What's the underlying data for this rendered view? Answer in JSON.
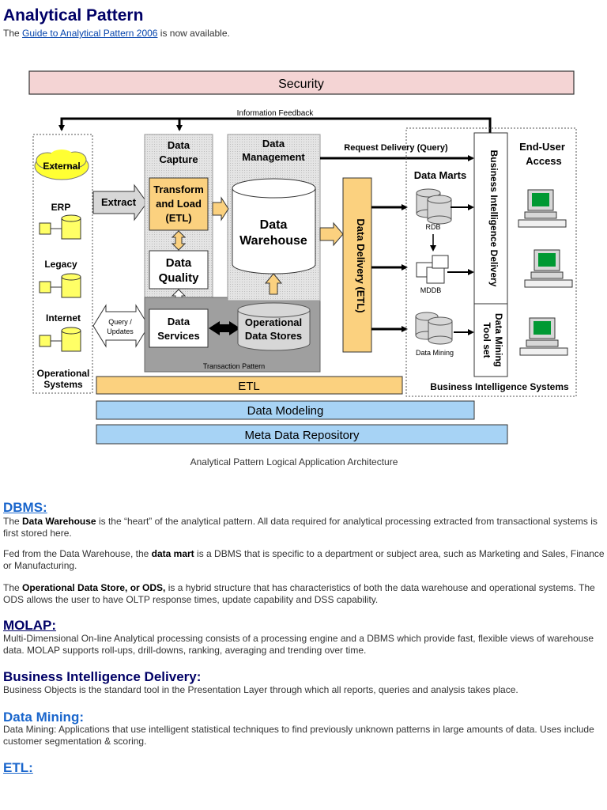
{
  "page": {
    "title": "Analytical Pattern",
    "intro": {
      "prefix": "The ",
      "link": "Guide to Analytical Pattern 2006",
      "suffix": " is now available."
    }
  },
  "diagram": {
    "caption": "Analytical Pattern Logical Application Architecture",
    "security": "Security",
    "info_feedback": "Information Feedback",
    "sources": {
      "external": "External",
      "erp": "ERP",
      "legacy": "Legacy",
      "internet": "Internet",
      "operational_1": "Operational",
      "operational_2": "Systems"
    },
    "extract": "Extract",
    "query_updates_1": "Query /",
    "query_updates_2": "Updates",
    "data_capture_1": "Data",
    "data_capture_2": "Capture",
    "transform_1": "Transform",
    "transform_2": "and Load",
    "transform_3": "(ETL)",
    "data_quality_1": "Data",
    "data_quality_2": "Quality",
    "data_services_1": "Data",
    "data_services_2": "Services",
    "data_management_1": "Data",
    "data_management_2": "Management",
    "data_warehouse_1": "Data",
    "data_warehouse_2": "Warehouse",
    "ods_1": "Operational",
    "ods_2": "Data Stores",
    "transaction_pattern": "Transaction Pattern",
    "data_delivery": "Data Delivery (ETL)",
    "request_delivery": "Request Delivery (Query)",
    "data_marts": "Data Marts",
    "rdb": "RDB",
    "mddb": "MDDB",
    "data_mining_label": "Data Mining",
    "bi_delivery": "Business Intelligence Delivery",
    "data_mining_toolset_1": "Data Mining",
    "data_mining_toolset_2": "Tool set",
    "end_user_1": "End-User",
    "end_user_2": "Access",
    "bi_systems": "Business Intelligence Systems",
    "etl_bar": "ETL",
    "data_modeling": "Data Modeling",
    "meta_data": "Meta Data Repository",
    "colors": {
      "security_fill": "#f4d4d4",
      "orange": "#fbd17f",
      "blue": "#a7d3f5",
      "yellow": "#ffff66",
      "grey": "#d7d7d7",
      "dark_grey": "#9f9f9f",
      "green": "#009933"
    }
  },
  "sections": {
    "dbms": {
      "heading": "DBMS:",
      "p1": {
        "a": "The ",
        "b": "Data Warehouse",
        "c": " is the “heart” of the analytical pattern. All data required for analytical processing extracted from transactional systems is first stored here."
      },
      "p2": {
        "a": "Fed from the Data Warehouse, the ",
        "b": "data mart",
        "c": " is a DBMS that is specific to a department or subject area, such as Marketing and Sales, Finance or Manufacturing."
      },
      "p3": {
        "a": "The ",
        "b": "Operational Data Store, or ODS,",
        "c": " is a hybrid structure that has characteristics of both the data warehouse and operational systems. The ODS allows the user to have OLTP response times, update capability and DSS capability."
      }
    },
    "molap": {
      "heading": "MOLAP: ",
      "text": "Multi-Dimensional On-line Analytical processing consists of a processing engine and a DBMS which provide fast, flexible views of warehouse data. MOLAP supports roll-ups, drill-downs, ranking, averaging and trending over time."
    },
    "bi": {
      "heading": "Business Intelligence Delivery:",
      "text": "Business Objects is the standard tool in the Presentation Layer through which all reports, queries and analysis takes place."
    },
    "mining": {
      "heading": "Data Mining:",
      "text": "Data Mining: Applications that use intelligent statistical techniques to find previously unknown patterns in large amounts of data. Uses include customer segmentation & scoring."
    },
    "etl": {
      "heading": "ETL: "
    }
  }
}
